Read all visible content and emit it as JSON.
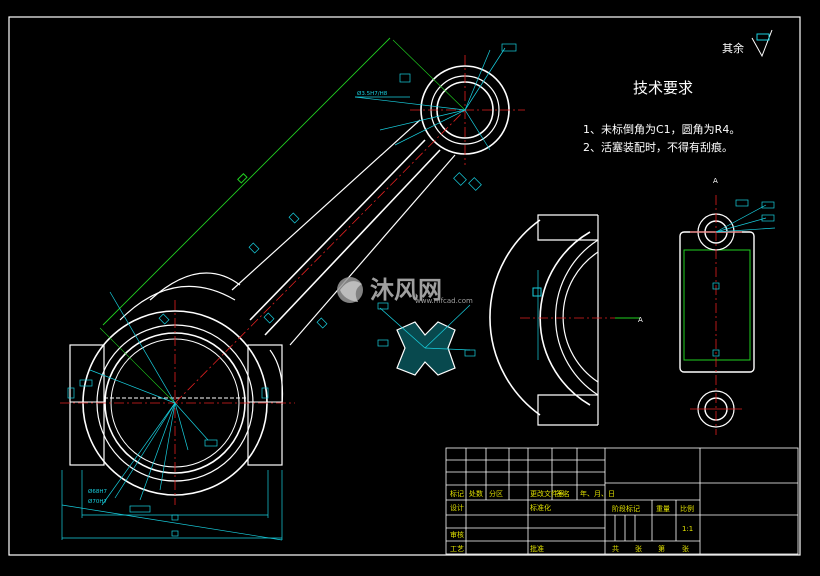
{
  "drawing": {
    "surface_note": "其余",
    "tech_title": "技术要求",
    "tech_notes": [
      "1、未标倒角为C1，圆角为R4。",
      "2、活塞装配时，不得有刮痕。"
    ],
    "section_label": "A",
    "dim_small_bore": "Ø3.5H7/H8",
    "dim_big_bore_1": "Ø68H7",
    "dim_big_bore_2": "Ø70H7",
    "watermark_brand": "沐风网",
    "watermark_url": "www.mfcad.com"
  },
  "title_block": {
    "header_row": [
      "标记",
      "处数",
      "分区",
      "更改文件号",
      "签名",
      "年、月、日"
    ],
    "rows": [
      "设计",
      "审核",
      "工艺"
    ],
    "labels_mid": [
      "标准化",
      "批准"
    ],
    "stage_mark": "阶段标记",
    "weight": "重量",
    "scale_label": "比例",
    "scale_value": "1:1",
    "sheet_row": [
      "共",
      "张",
      "第",
      "张"
    ]
  },
  "colors": {
    "background": "#000000",
    "outline": "#ffffff",
    "dimension": "#18d0e0",
    "centerline": "#e02020",
    "hatch": "#18d0e0",
    "title_block_text": "#e0e000"
  }
}
